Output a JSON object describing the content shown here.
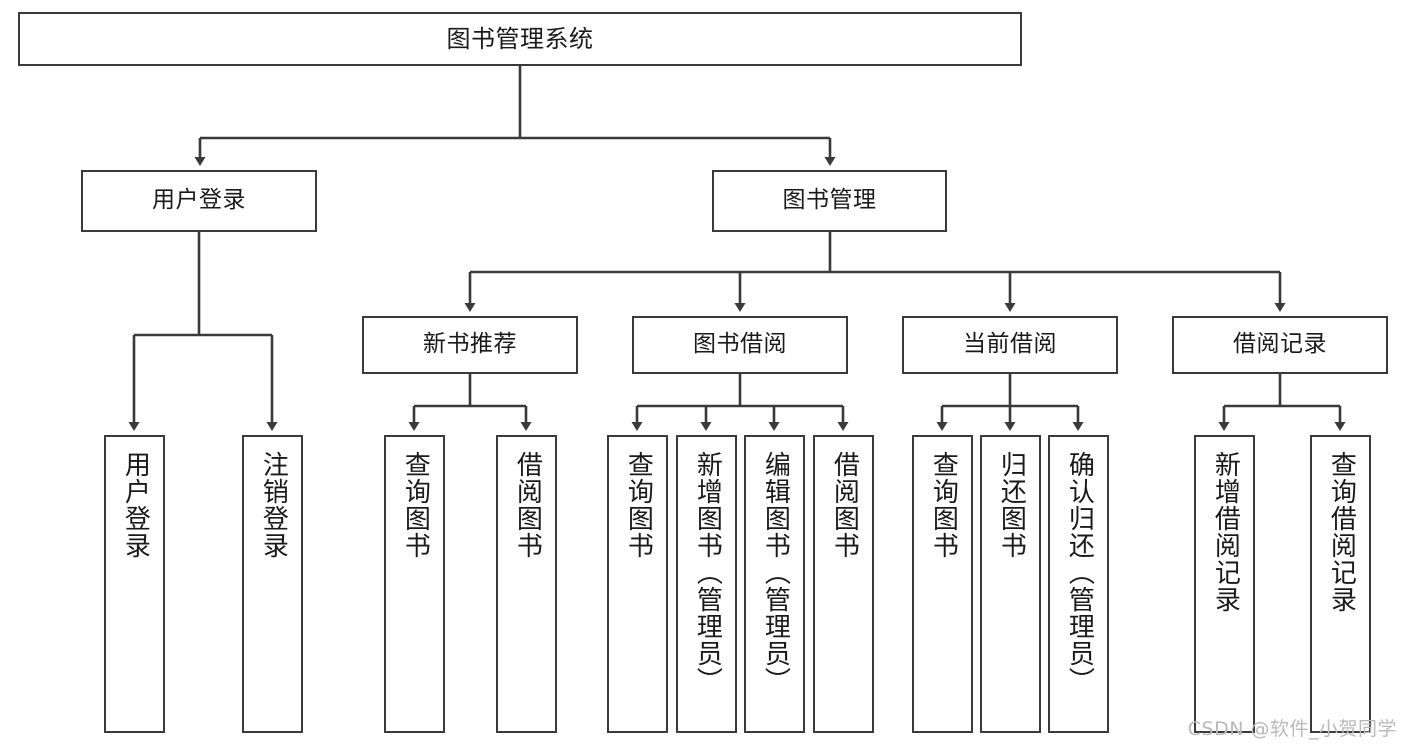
{
  "diagram": {
    "title": "图书管理系统",
    "type": "tree-hierarchy-chart",
    "watermark": "CSDN @软件_小贺同学",
    "colors": {
      "stroke": "#3a3a3a",
      "fill": "#ffffff",
      "text": "#1a1a1a",
      "watermark": "#b9b9b9"
    },
    "nodes": {
      "root": {
        "label": "图书管理系统"
      },
      "level1": [
        {
          "id": "user-login",
          "label": "用户登录"
        },
        {
          "id": "book-manage",
          "label": "图书管理"
        }
      ],
      "level2": [
        {
          "id": "new-book-recommend",
          "label": "新书推荐"
        },
        {
          "id": "book-borrow",
          "label": "图书借阅"
        },
        {
          "id": "current-borrow",
          "label": "当前借阅"
        },
        {
          "id": "borrow-record",
          "label": "借阅记录"
        }
      ],
      "leaves": {
        "user-login": [
          {
            "id": "leaf-user-login",
            "label": "用户登录"
          },
          {
            "id": "leaf-logout-login",
            "label": "注销登录"
          }
        ],
        "new-book-recommend": [
          {
            "id": "leaf-query-book-1",
            "label": "查询图书"
          },
          {
            "id": "leaf-borrow-book-1",
            "label": "借阅图书"
          }
        ],
        "book-borrow": [
          {
            "id": "leaf-query-book-2",
            "label": "查询图书"
          },
          {
            "id": "leaf-add-book-admin",
            "label": "新增图书（管理员）"
          },
          {
            "id": "leaf-edit-book-admin",
            "label": "编辑图书（管理员）"
          },
          {
            "id": "leaf-borrow-book-2",
            "label": "借阅图书"
          }
        ],
        "current-borrow": [
          {
            "id": "leaf-query-book-3",
            "label": "查询图书"
          },
          {
            "id": "leaf-return-book",
            "label": "归还图书"
          },
          {
            "id": "leaf-confirm-return-admin",
            "label": "确认归还（管理员）"
          }
        ],
        "borrow-record": [
          {
            "id": "leaf-add-borrow-record",
            "label": "新增借阅记录"
          },
          {
            "id": "leaf-query-borrow-record",
            "label": "查询借阅记录"
          }
        ]
      }
    }
  }
}
